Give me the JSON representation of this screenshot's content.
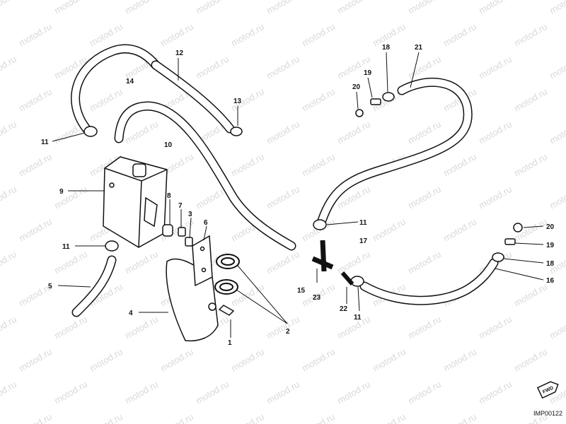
{
  "watermark": "motod.ru",
  "diagram_ref": "IMP00122",
  "fwd_label": "FWD",
  "callouts": [
    "12",
    "14",
    "13",
    "18",
    "19",
    "20",
    "21",
    "11",
    "10",
    "9",
    "8",
    "7",
    "3",
    "6",
    "11",
    "17",
    "11",
    "20",
    "19",
    "18",
    "16",
    "15",
    "23",
    "22",
    "11",
    "5",
    "4",
    "1",
    "2"
  ]
}
